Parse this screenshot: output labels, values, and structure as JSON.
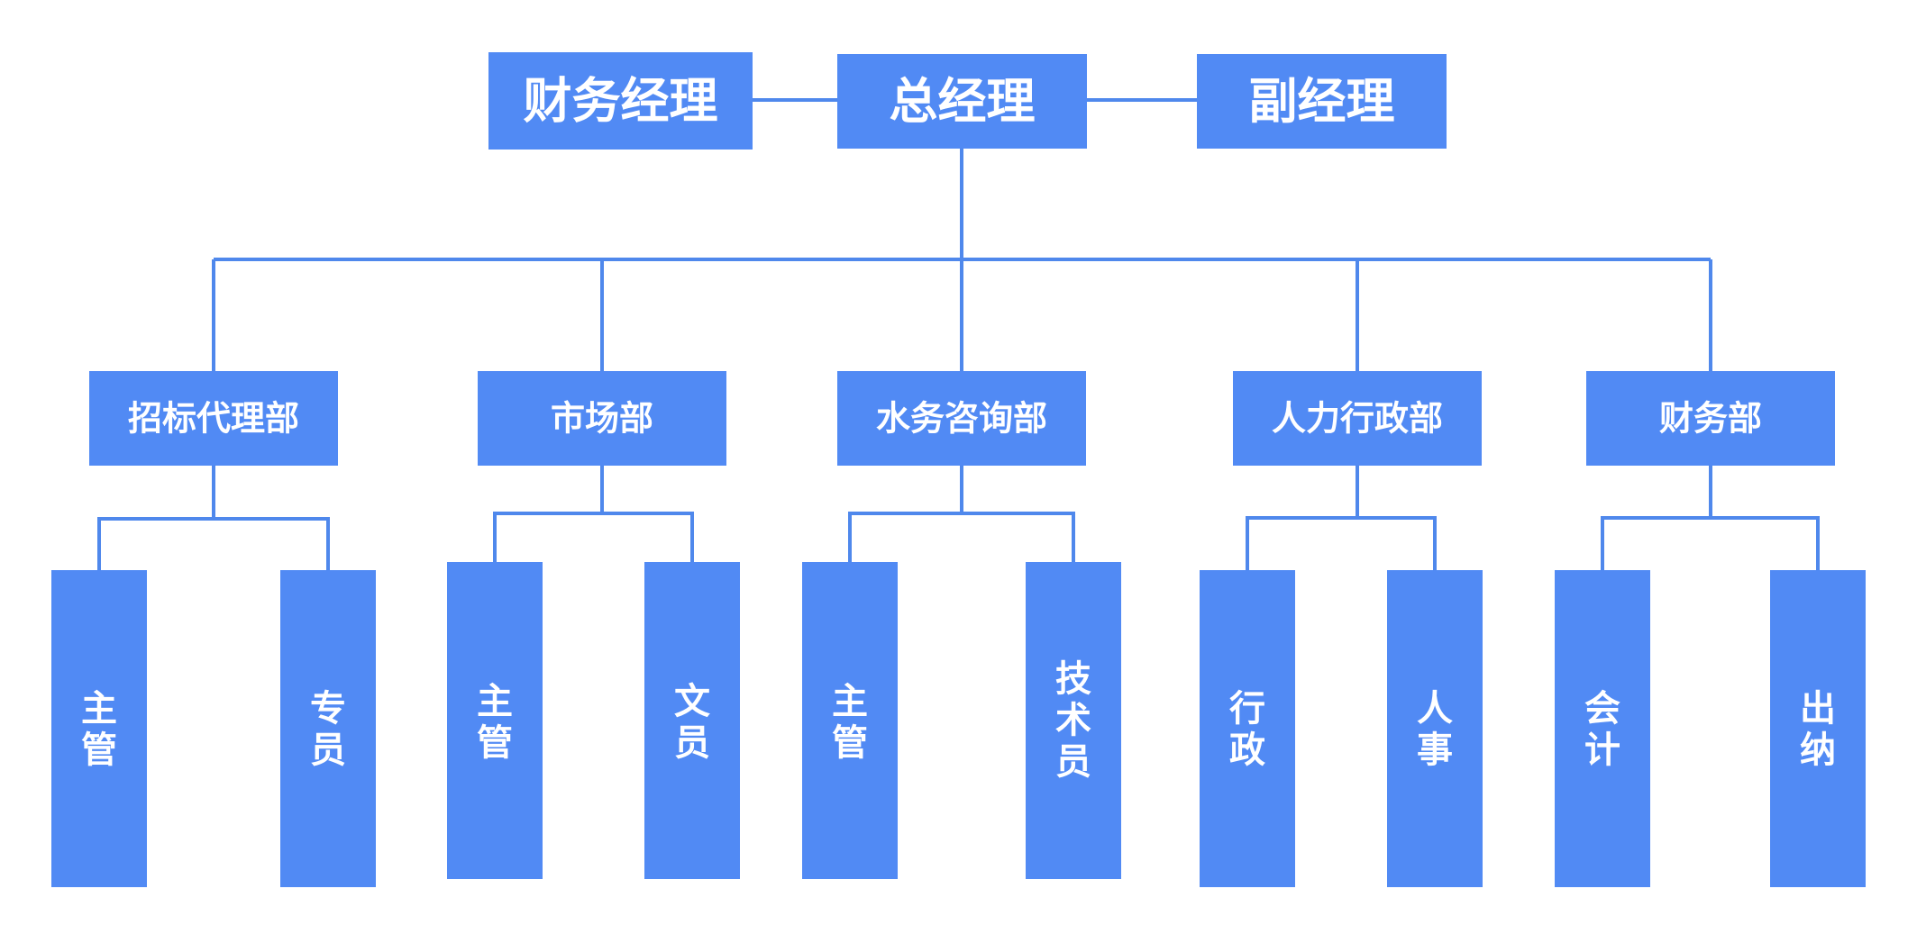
{
  "colors": {
    "box_fill": "#518af4",
    "line": "#4f88ec",
    "text": "#ffffff",
    "background": "#ffffff"
  },
  "top": {
    "left": {
      "label": "财务经理"
    },
    "center": {
      "label": "总经理"
    },
    "right": {
      "label": "副经理"
    }
  },
  "departments": [
    {
      "label": "招标代理部",
      "children": [
        {
          "label": "主管"
        },
        {
          "label": "专员"
        }
      ]
    },
    {
      "label": "市场部",
      "children": [
        {
          "label": "主管"
        },
        {
          "label": "文员"
        }
      ]
    },
    {
      "label": "水务咨询部",
      "children": [
        {
          "label": "主管"
        },
        {
          "label": "技术员"
        }
      ]
    },
    {
      "label": "人力行政部",
      "children": [
        {
          "label": "行政"
        },
        {
          "label": "人事"
        }
      ]
    },
    {
      "label": "财务部",
      "children": [
        {
          "label": "会计"
        },
        {
          "label": "出纳"
        }
      ]
    }
  ]
}
